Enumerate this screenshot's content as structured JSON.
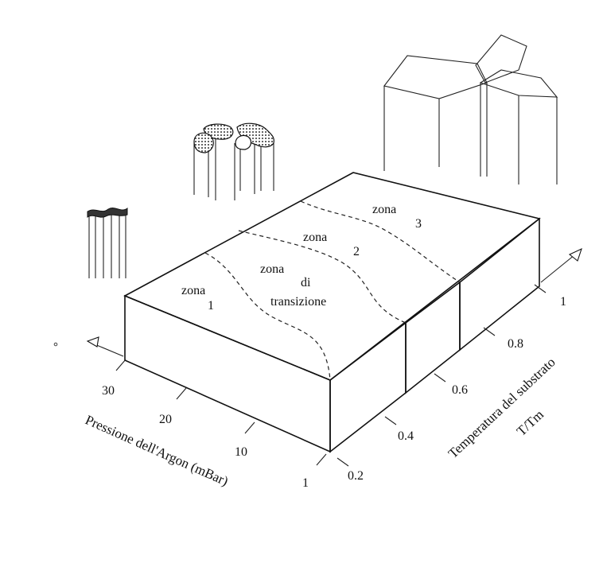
{
  "zones": {
    "zone1": [
      "zona",
      "1"
    ],
    "transition": [
      "zona",
      "di",
      "transizione"
    ],
    "zone2": [
      "zona",
      "2"
    ],
    "zone3": [
      "zona",
      "3"
    ]
  },
  "pressure_axis": {
    "title": "Pressione dell'Argon (mBar)",
    "ticks": [
      "1",
      "10",
      "20",
      "30"
    ]
  },
  "temperature_axis": {
    "title_line1": "Temperatura del substrato",
    "title_line2": "T/Tm",
    "ticks": [
      "0.2",
      "0.4",
      "0.6",
      "0.8",
      "1"
    ]
  }
}
